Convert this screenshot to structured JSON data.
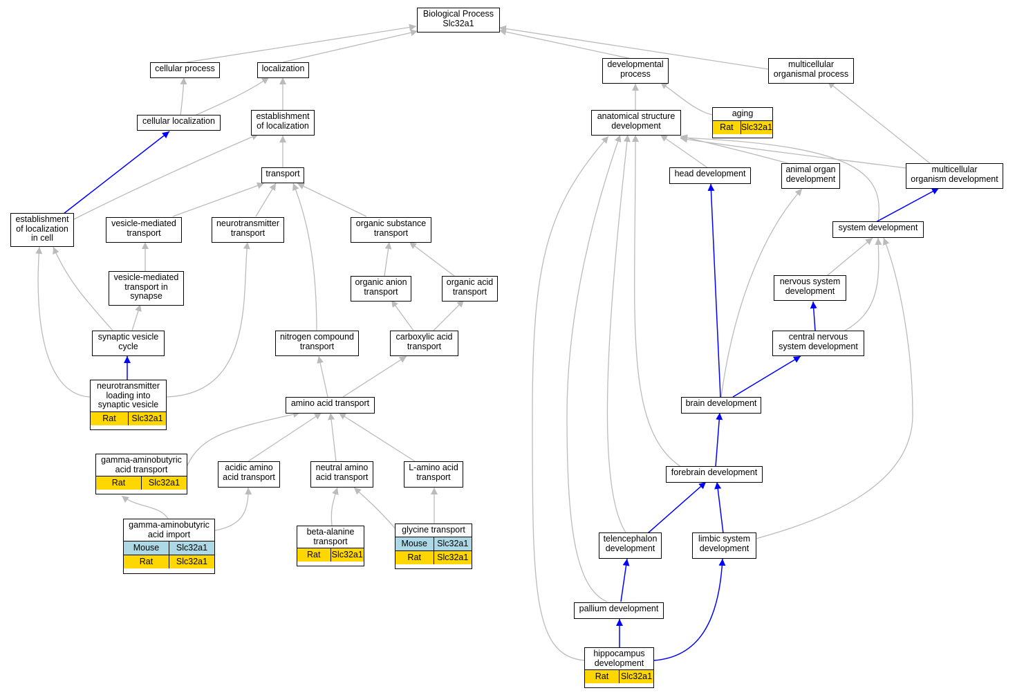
{
  "root": {
    "title": "Biological Process\nSlc32a1"
  },
  "colors": {
    "is_a_edge": "#bbbbbb",
    "part_of_edge": "#0000ff",
    "rat": "#ffd700",
    "mouse": "#add8e6"
  },
  "nodes": {
    "cellular_process": "cellular process",
    "localization": "localization",
    "developmental_process": "developmental\nprocess",
    "multicellular_organismal_process": "multicellular\norganismal process",
    "cellular_localization": "cellular localization",
    "establishment_of_localization": "establishment\nof localization",
    "anatomical_structure_development": "anatomical structure\ndevelopment",
    "aging": "aging",
    "transport": "transport",
    "head_development": "head development",
    "animal_organ_development": "animal organ\ndevelopment",
    "multicellular_organism_development": "multicellular\norganism development",
    "establishment_of_localization_in_cell": "establishment\nof localization\nin cell",
    "vesicle_mediated_transport": "vesicle-mediated\ntransport",
    "neurotransmitter_transport": "neurotransmitter\ntransport",
    "organic_substance_transport": "organic substance\ntransport",
    "system_development": "system development",
    "vesicle_mediated_transport_in_synapse": "vesicle-mediated\ntransport in\nsynapse",
    "organic_anion_transport": "organic anion\ntransport",
    "organic_acid_transport": "organic acid\ntransport",
    "nervous_system_development": "nervous system\ndevelopment",
    "synaptic_vesicle_cycle": "synaptic vesicle\ncycle",
    "nitrogen_compound_transport": "nitrogen compound\ntransport",
    "carboxylic_acid_transport": "carboxylic acid\ntransport",
    "central_nervous_system_development": "central nervous\nsystem development",
    "neurotransmitter_loading": "neurotransmitter\nloading into\nsynaptic vesicle",
    "amino_acid_transport": "amino acid transport",
    "brain_development": "brain development",
    "gaba_transport": "gamma-aminobutyric\nacid transport",
    "acidic_amino_acid_transport": "acidic amino\nacid transport",
    "neutral_amino_acid_transport": "neutral amino\nacid transport",
    "l_amino_acid_transport": "L-amino acid\ntransport",
    "forebrain_development": "forebrain development",
    "gaba_import": "gamma-aminobutyric\nacid import",
    "beta_alanine_transport": "beta-alanine\ntransport",
    "glycine_transport": "glycine transport",
    "telencephalon_development": "telencephalon\ndevelopment",
    "limbic_system_development": "limbic system\ndevelopment",
    "pallium_development": "pallium development",
    "hippocampus_development": "hippocampus\ndevelopment"
  },
  "annotations": {
    "rat": "Rat",
    "mouse": "Mouse",
    "gene": "Slc32a1"
  }
}
